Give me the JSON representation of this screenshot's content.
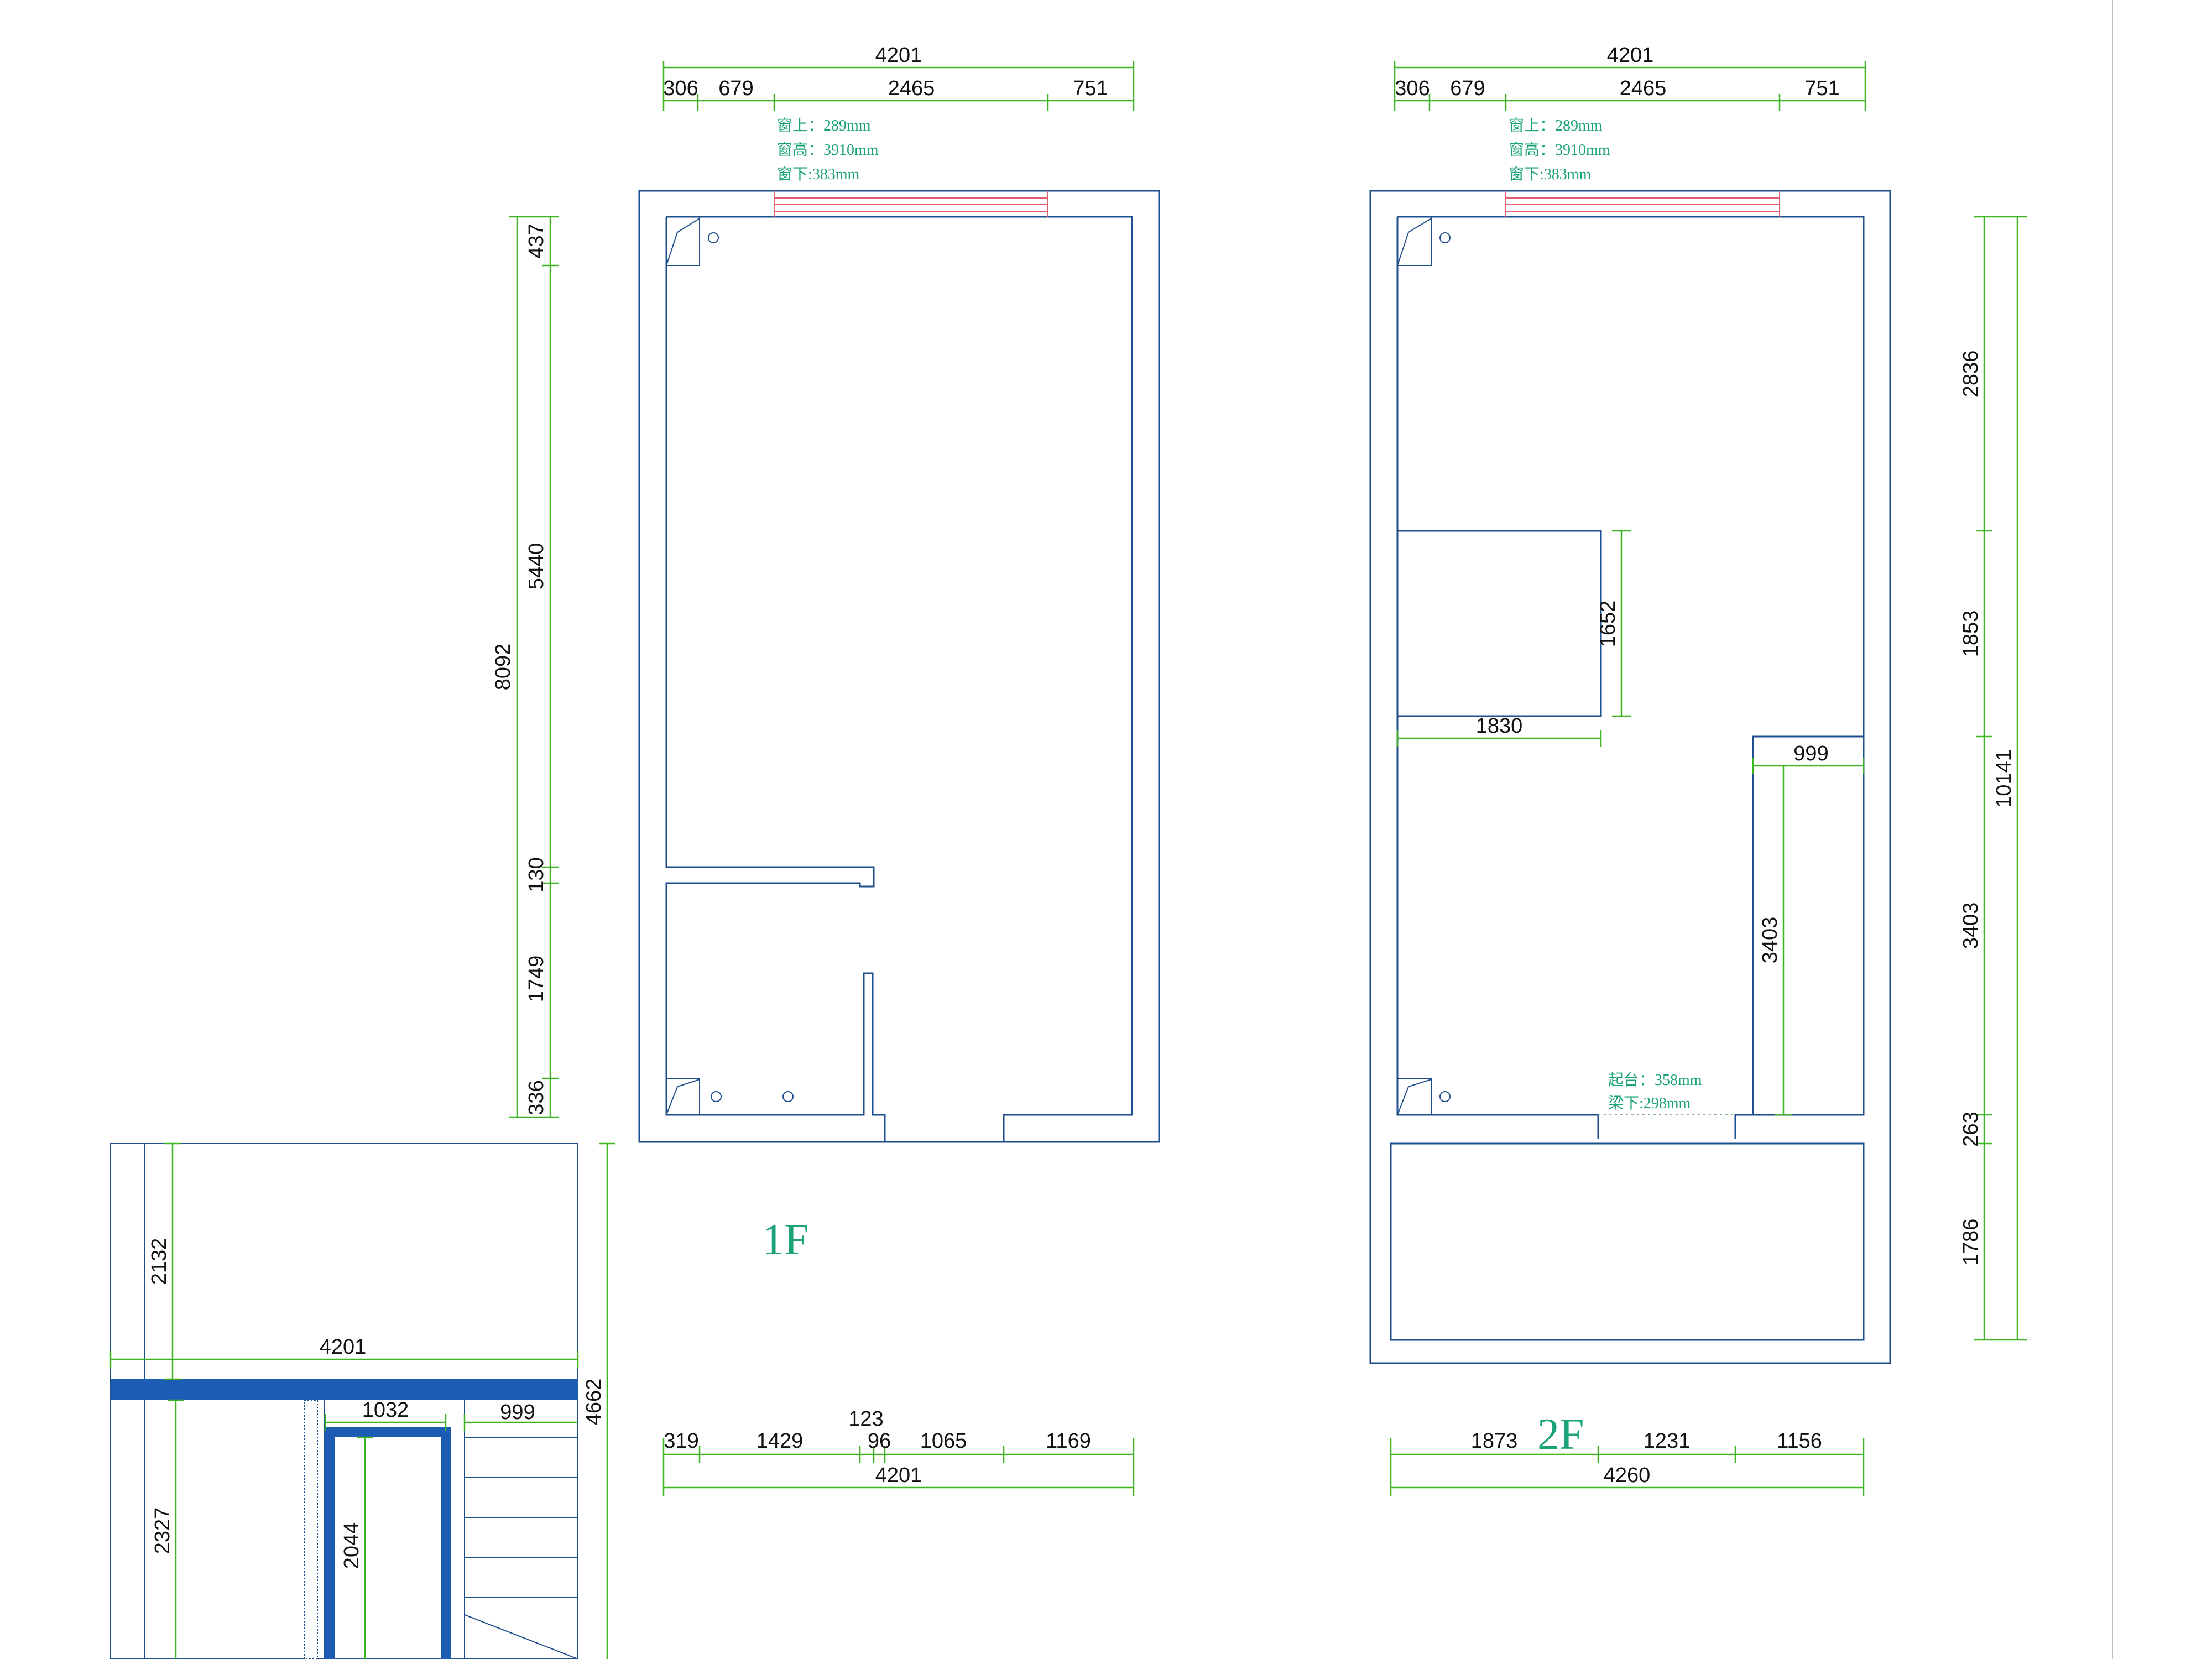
{
  "floor_1": {
    "label": "1F",
    "top_total": "4201",
    "top_segments": [
      "306",
      "679",
      "2465",
      "751"
    ],
    "window_notes": [
      "窗上：289mm",
      "窗高：3910mm",
      "窗下:383mm"
    ],
    "left_total": "8092",
    "left_segments": [
      "437",
      "5440",
      "130",
      "1749",
      "336"
    ],
    "bottom_segments": [
      "319",
      "1429",
      "123",
      "96",
      "1065",
      "1169"
    ],
    "bottom_total": "4201"
  },
  "floor_2": {
    "label": "2F",
    "top_total": "4201",
    "top_segments": [
      "306",
      "679",
      "2465",
      "751"
    ],
    "window_notes": [
      "窗上：289mm",
      "窗高：3910mm",
      "窗下:383mm"
    ],
    "right_total": "10141",
    "right_segments": [
      "2836",
      "1853",
      "3403",
      "263",
      "1786"
    ],
    "inner_dims": [
      "1652",
      "1830",
      "999",
      "3403"
    ],
    "sill_notes": [
      "起台：358mm",
      "梁下:298mm"
    ],
    "bottom_segments": [
      "1873",
      "1231",
      "1156"
    ],
    "bottom_total": "4260"
  },
  "elevation": {
    "width_total": "4201",
    "height_total": "4662",
    "upper": "2132",
    "lower": "2327",
    "door_width": "1032",
    "door_height": "2044",
    "stair_width": "999"
  }
}
